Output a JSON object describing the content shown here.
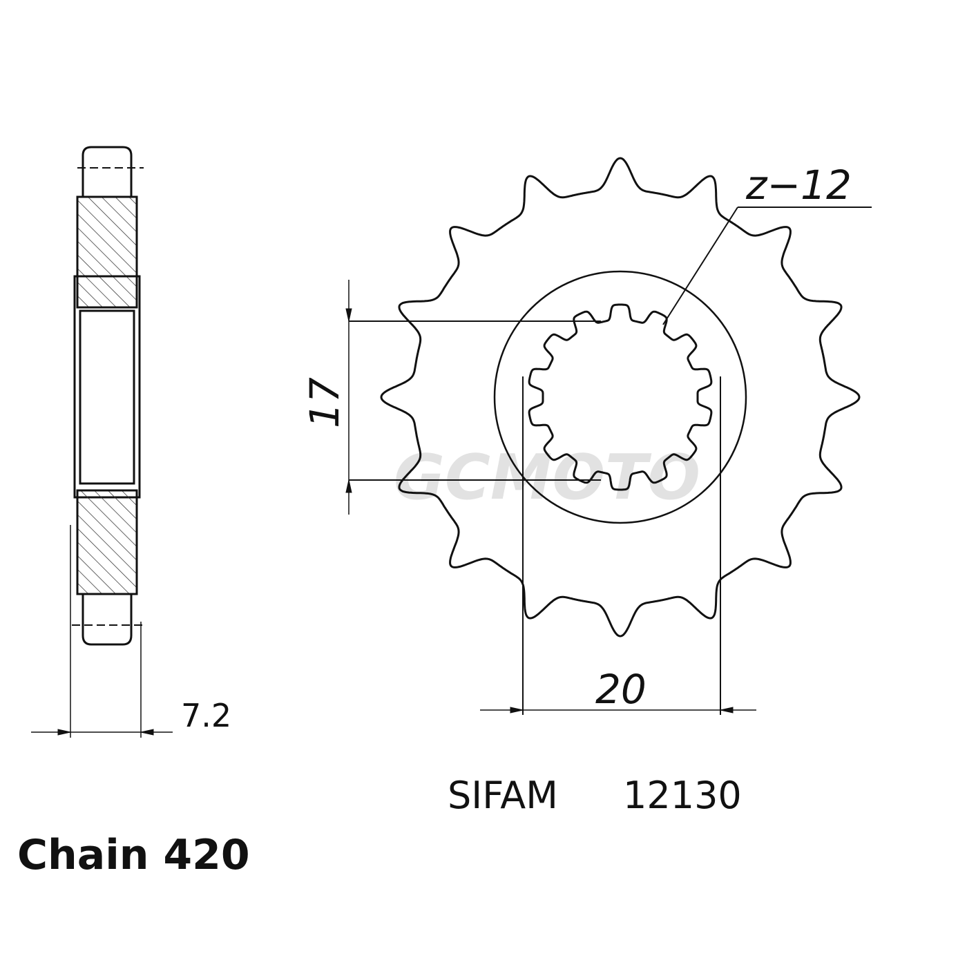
{
  "drawing": {
    "spline_label": "z−12",
    "dim_inner_height": "17",
    "dim_inner_width": "20",
    "dim_thickness": "7.2",
    "part_ref_brand": "SIFAM",
    "part_ref_number": "12130",
    "chain_label": "Chain 420",
    "watermark": "GCMOTO"
  },
  "colors": {
    "line": "#111111",
    "watermark": "#d8d8d8"
  }
}
